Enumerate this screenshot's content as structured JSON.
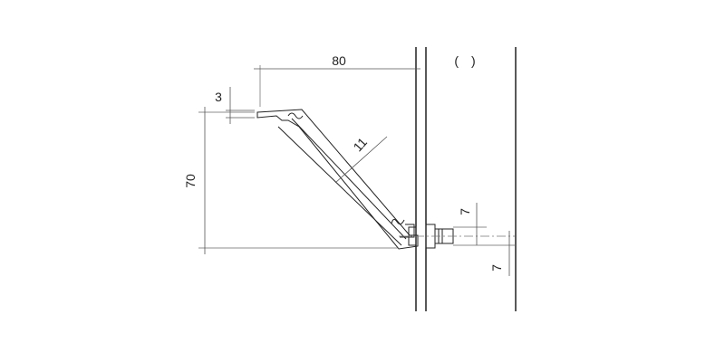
{
  "dimensions": {
    "top_width": "80",
    "top_thickness": "3",
    "height": "70",
    "diagonal_thickness": "11",
    "bolt_offset_upper": "7",
    "bolt_offset_lower": "7"
  },
  "panel_note": "(　)"
}
